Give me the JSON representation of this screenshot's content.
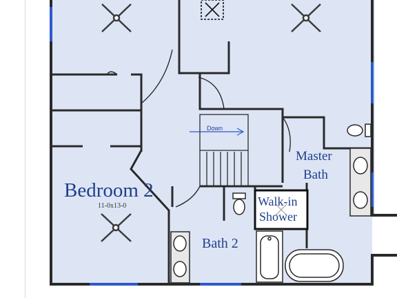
{
  "rooms": {
    "bedroom2": {
      "name": "Bedroom 2",
      "size": "11-0x13-0"
    },
    "bath2": {
      "name": "Bath 2"
    },
    "master_bath": {
      "line1": "Master",
      "line2": "Bath"
    },
    "walk_in_shower": {
      "line1": "Walk-in",
      "line2": "Shower"
    }
  },
  "stairs": {
    "direction_label": "Down"
  },
  "colors": {
    "floor": "#dde5f5",
    "wall": "#2a2a2a",
    "wall_fill": "#e8e8e8",
    "window": "#2f58c8",
    "label": "#1f3f8a"
  }
}
